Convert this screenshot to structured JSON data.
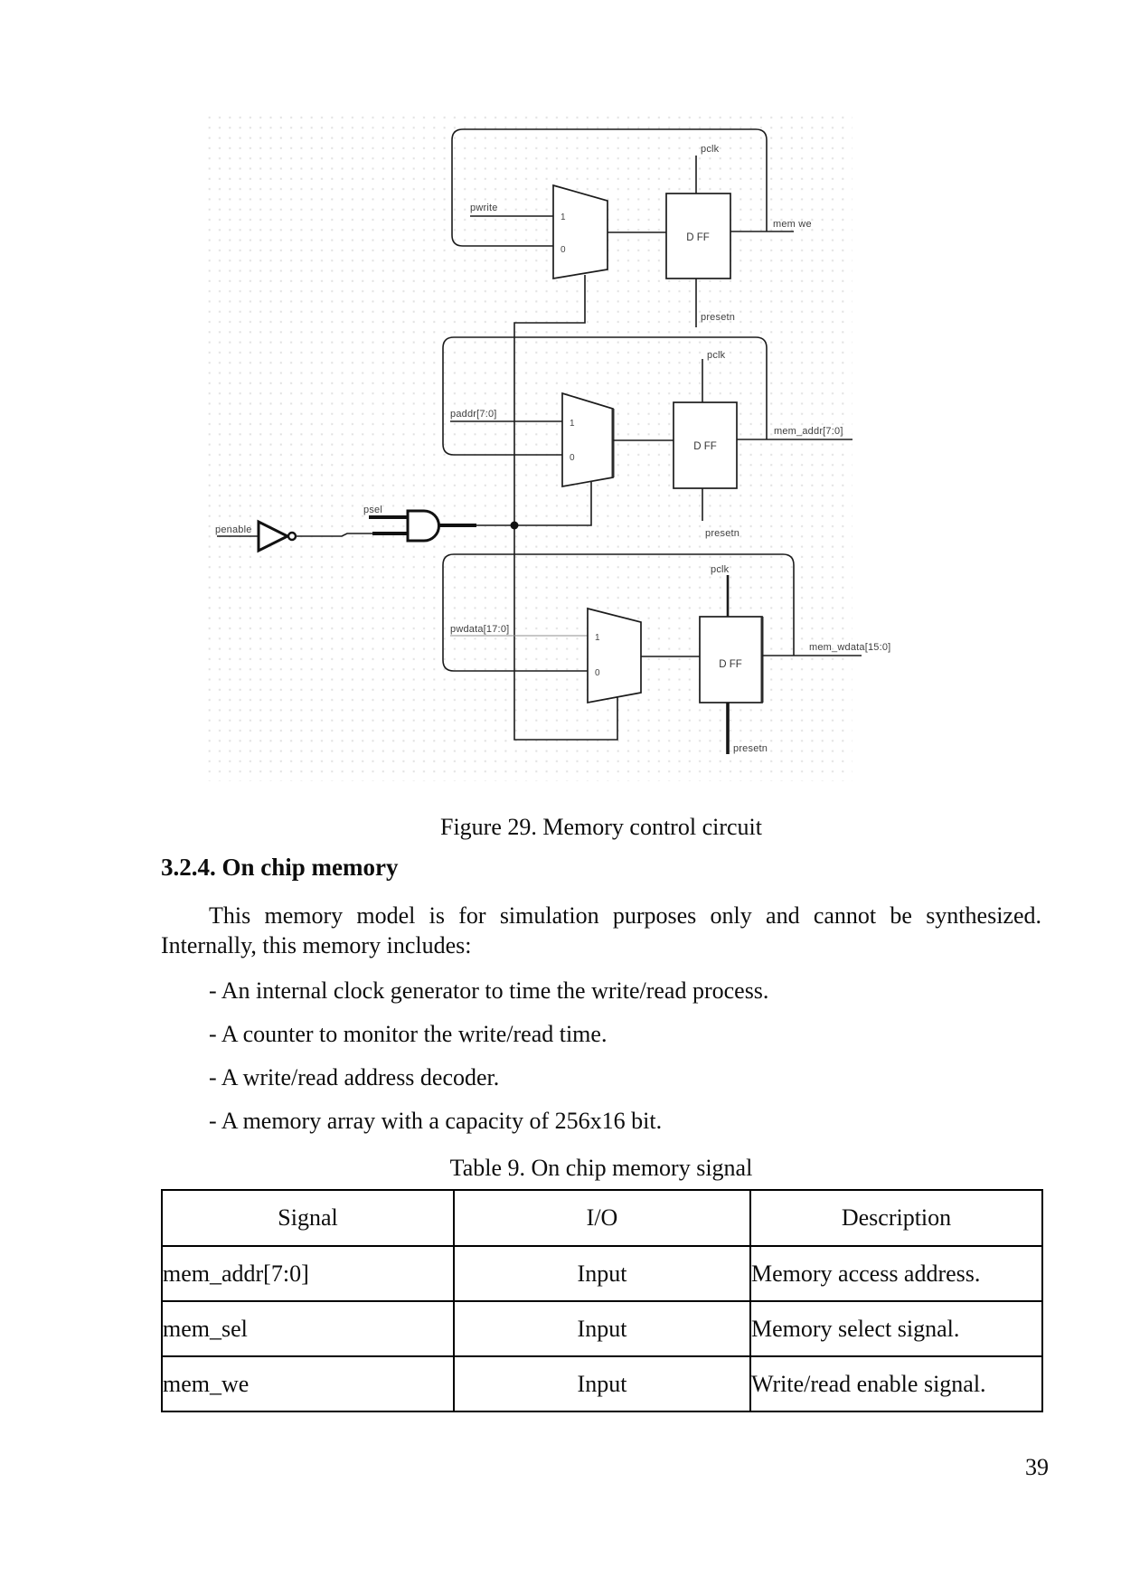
{
  "figure": {
    "caption": "Figure 29. Memory control circuit",
    "gates": {
      "penable": "penable",
      "psel": "psel"
    },
    "blocks": [
      {
        "input": "pwrite",
        "output": "mem we",
        "mux1": "1",
        "mux0": "0",
        "ff": "D FF",
        "clk": "pclk",
        "rst": "presetn"
      },
      {
        "input": "paddr[7:0]",
        "output": "mem_addr[7:0]",
        "mux1": "1",
        "mux0": "0",
        "ff": "D FF",
        "clk": "pclk",
        "rst": "presetn"
      },
      {
        "input": "pwdata[17:0]",
        "output": "mem_wdata[15:0]",
        "mux1": "1",
        "mux0": "0",
        "ff": "D FF",
        "clk": "pclk",
        "rst": "presetn"
      }
    ]
  },
  "section": {
    "heading": "3.2.4. On chip memory",
    "paragraph": "This memory model is for simulation purposes only and cannot be synthesized. Internally, this memory includes:",
    "bullets": [
      "- An internal clock generator to time the write/read process.",
      "- A counter to monitor the write/read time.",
      "- A write/read address decoder.",
      "- A memory array with a capacity of 256x16 bit."
    ]
  },
  "table": {
    "caption": "Table 9. On chip memory signal",
    "headers": [
      "Signal",
      "I/O",
      "Description"
    ],
    "rows": [
      [
        "mem_addr[7:0]",
        "Input",
        "Memory access address."
      ],
      [
        "mem_sel",
        "Input",
        "Memory select signal."
      ],
      [
        "mem_we",
        "Input",
        "Write/read enable signal."
      ]
    ]
  },
  "page_number": "39"
}
